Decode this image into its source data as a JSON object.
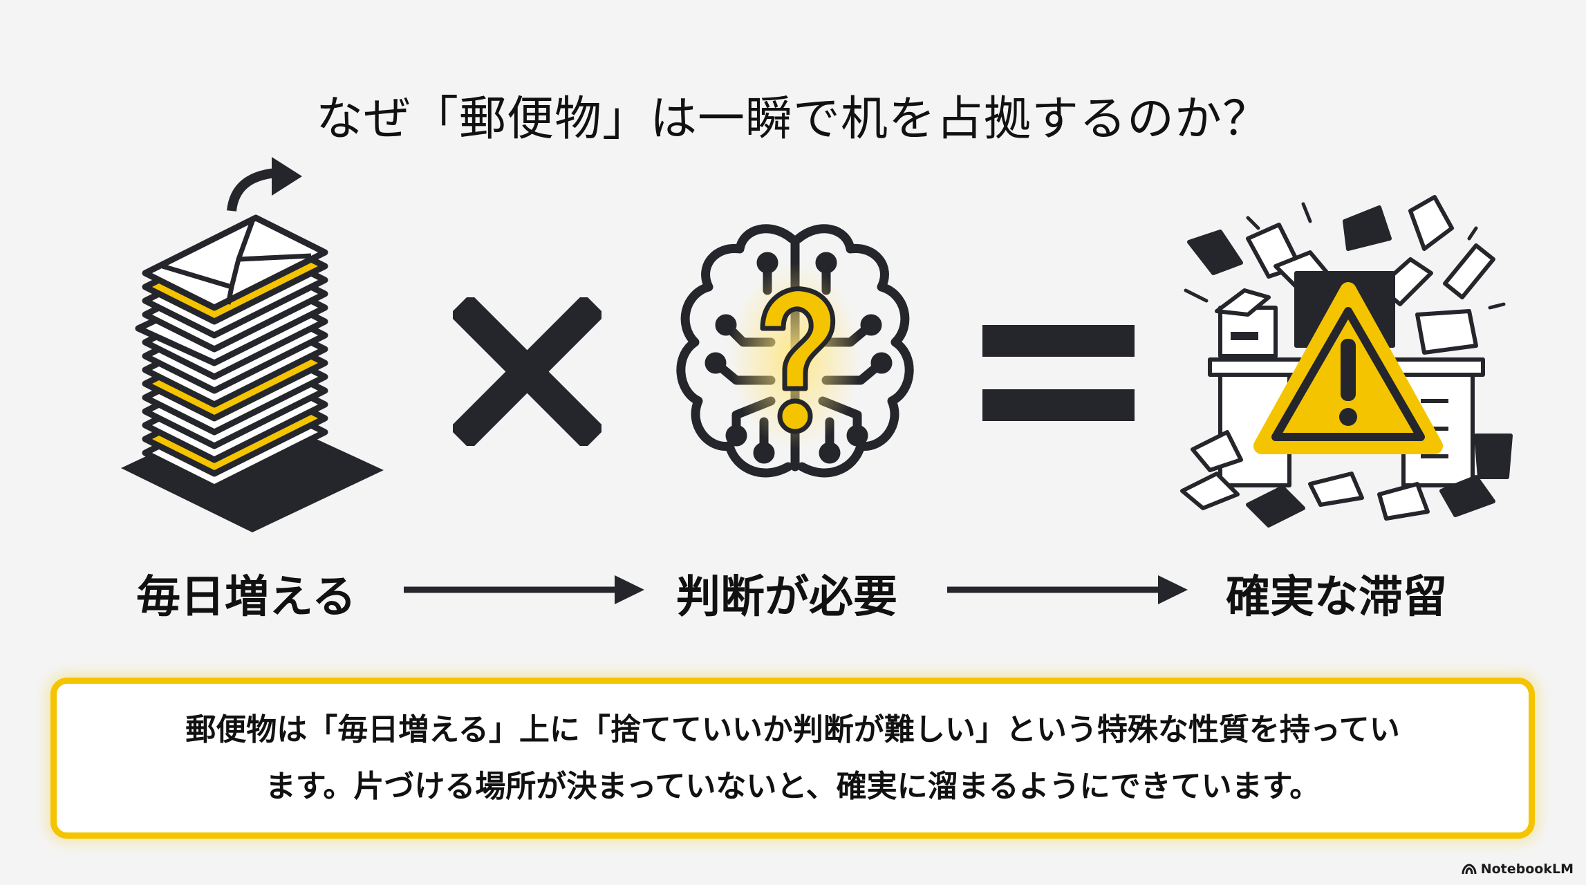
{
  "title": "なぜ「郵便物」は一瞬で机を占拠するのか？",
  "equation": {
    "operators": {
      "multiply": "×",
      "equals": "="
    },
    "items": [
      {
        "icon": "mail-stack-icon",
        "label": "毎日増える"
      },
      {
        "icon": "brain-question-icon",
        "label": "判断が必要"
      },
      {
        "icon": "messy-desk-warning-icon",
        "label": "確実な滞留"
      }
    ]
  },
  "flow_arrows": [
    "arrow-right-icon",
    "arrow-right-icon"
  ],
  "callout": {
    "lines": [
      "郵便物は「毎日増える」上に「捨てていいか判断が難しい」という特殊な性質を持ってい",
      "ます。片づける場所が決まっていないと、確実に溜まるようにできています。"
    ]
  },
  "branding": {
    "label": "NotebookLM"
  },
  "colors": {
    "background": "#F4F4F4",
    "ink": "#25262B",
    "accent_yellow": "#F5C400",
    "callout_bg": "#FFFFFF"
  }
}
